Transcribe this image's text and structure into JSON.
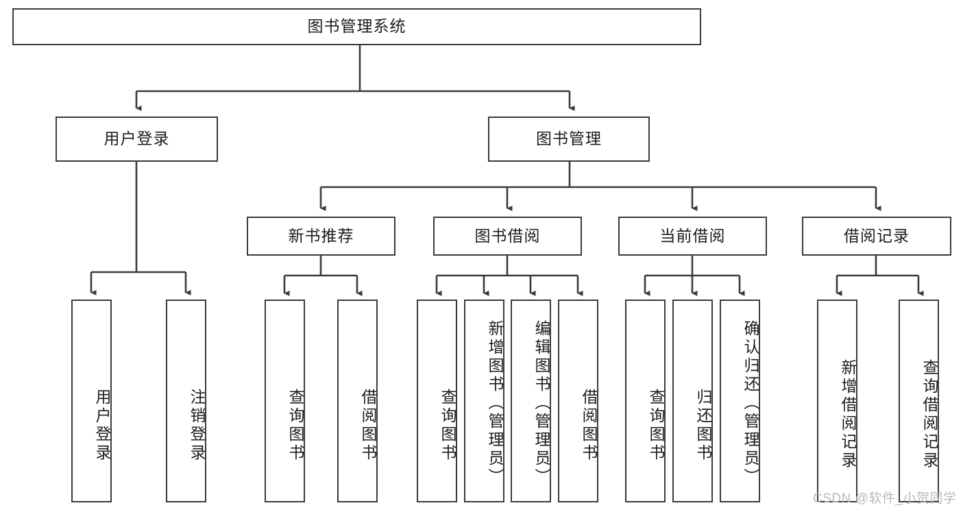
{
  "diagram": {
    "title": "图书管理系统",
    "type": "hierarchy-tree",
    "root": {
      "label": "图书管理系统"
    },
    "level2": [
      {
        "label": "用户登录"
      },
      {
        "label": "图书管理"
      }
    ],
    "level3": [
      {
        "label": "新书推荐"
      },
      {
        "label": "图书借阅"
      },
      {
        "label": "当前借阅"
      },
      {
        "label": "借阅记录"
      }
    ],
    "leaves": {
      "user_login": [
        {
          "label": "用户登录"
        },
        {
          "label": "注销登录"
        }
      ],
      "new_book_recommend": [
        {
          "label": "查询图书"
        },
        {
          "label": "借阅图书"
        }
      ],
      "book_borrow": [
        {
          "label": "查询图书"
        },
        {
          "label": "新增图书（管理员）"
        },
        {
          "label": "编辑图书（管理员）"
        },
        {
          "label": "借阅图书"
        }
      ],
      "current_borrow": [
        {
          "label": "查询图书"
        },
        {
          "label": "归还图书"
        },
        {
          "label": "确认归还（管理员）"
        }
      ],
      "borrow_record": [
        {
          "label": "新增借阅记录"
        },
        {
          "label": "查询借阅记录"
        }
      ]
    }
  },
  "watermark": {
    "text": "CSDN @软件_小贺同学"
  },
  "colors": {
    "stroke": "#3a3a3a",
    "box_fill": "#ffffff",
    "text": "#1c1c1c",
    "watermark": "#b9b9b9"
  }
}
